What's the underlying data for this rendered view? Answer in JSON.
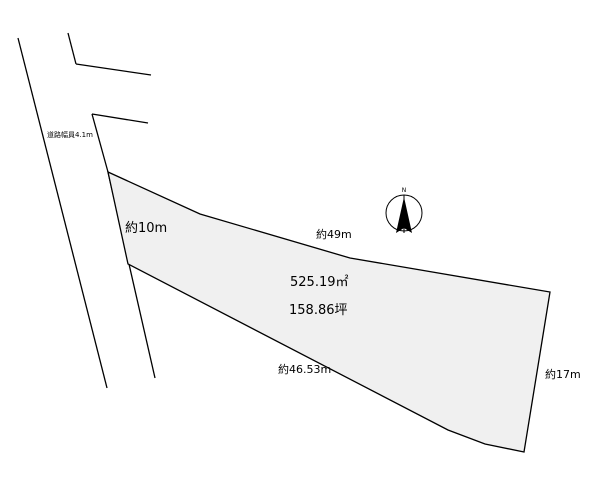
{
  "plot": {
    "road_width_label": "道路幅員4.1m",
    "frontage_label": "約10m",
    "north_side_label": "約49m",
    "south_side_label": "約46.53m",
    "east_side_label": "約17m",
    "area_sqm": "525.19㎡",
    "area_tsubo": "158.86坪",
    "fill_color": "#f0f0f0",
    "line_color": "#000000"
  },
  "compass": {
    "north_letter": "N"
  }
}
